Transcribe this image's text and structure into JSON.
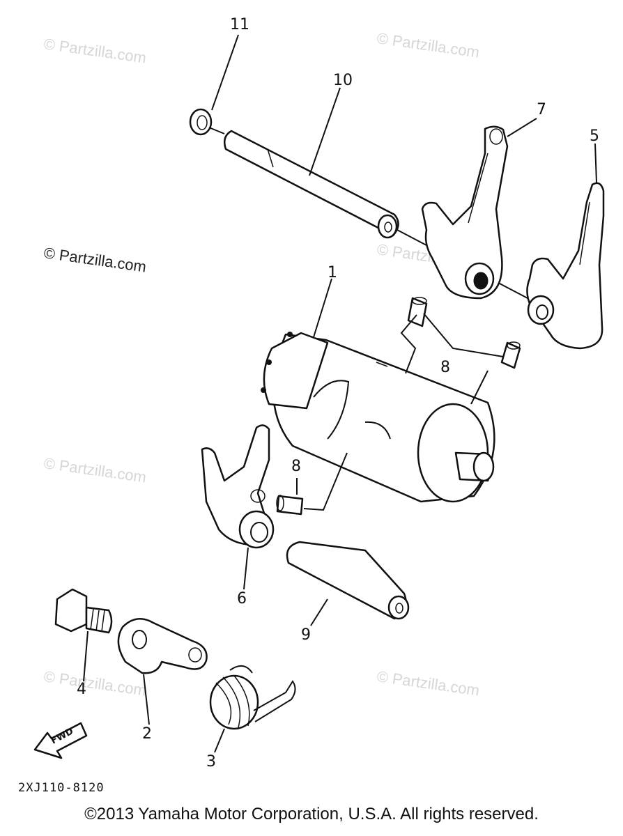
{
  "callouts": {
    "c1": "1",
    "c2": "2",
    "c3": "3",
    "c4": "4",
    "c5": "5",
    "c6": "6",
    "c7": "7",
    "c8a": "8",
    "c8b": "8",
    "c9": "9",
    "c10": "10",
    "c11": "11"
  },
  "fwd_label": "FWD",
  "diagram_code": "2XJ110-8120",
  "watermark_text": "© Partzilla.com",
  "copyright": "©2013 Yamaha Motor Corporation, U.S.A. All rights reserved."
}
